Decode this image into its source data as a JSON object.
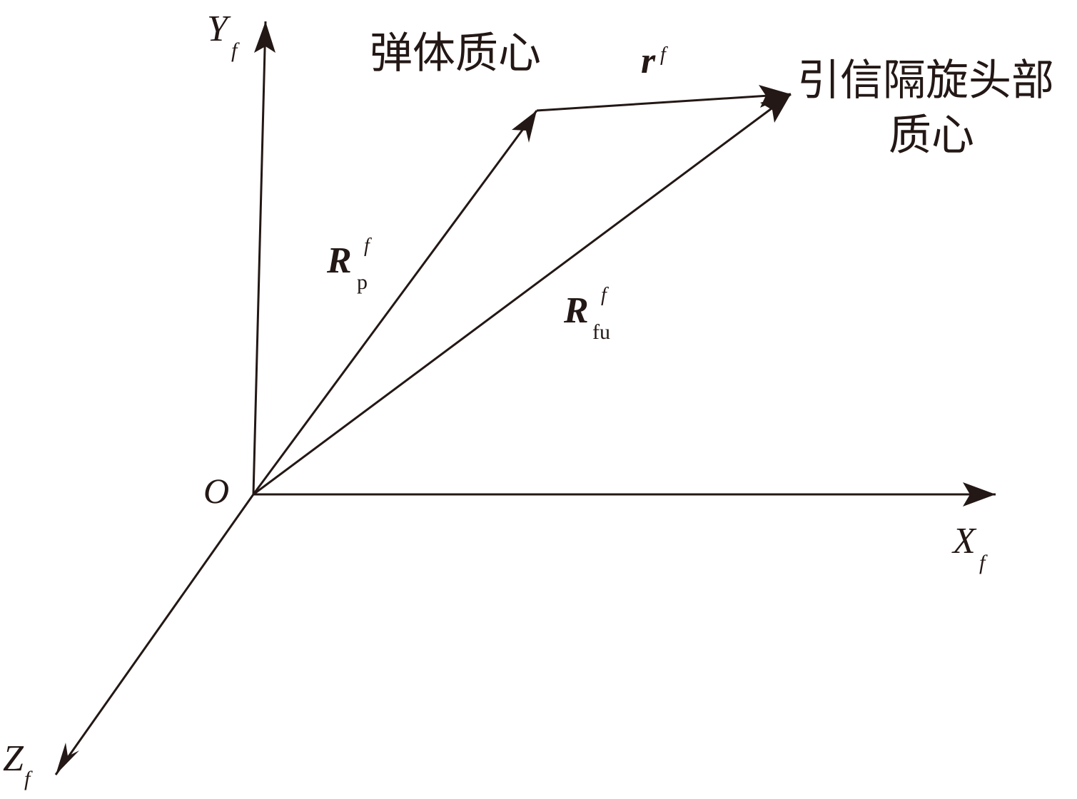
{
  "axes": {
    "origin": "O",
    "x": {
      "letter": "X",
      "sub": "f"
    },
    "y": {
      "letter": "Y",
      "sub": "f"
    },
    "z": {
      "letter": "Z",
      "sub": "f"
    }
  },
  "vectors": {
    "r": {
      "symbol": "r",
      "sup": "f"
    },
    "rp": {
      "symbol": "R",
      "sup": "f",
      "sub": "p"
    },
    "rfu": {
      "symbol": "R",
      "sup": "f",
      "sub": "fu"
    }
  },
  "labels": {
    "body_center": "弹体质心",
    "fuze_line1": "引信隔旋头部",
    "fuze_line2": "质心"
  },
  "colors": {
    "ink": "#231815",
    "background": "#ffffff"
  }
}
